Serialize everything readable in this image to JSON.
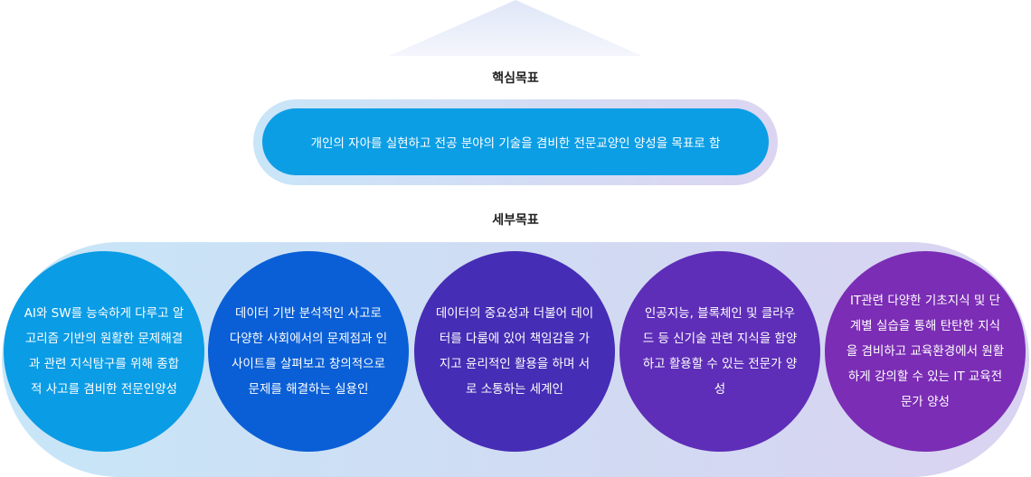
{
  "core_goal": {
    "heading": "핵심목표",
    "text": "개인의 자아를 실현하고 전공 분야의 기술을 겸비한 전문교양인 양성을 목표로 함"
  },
  "detail_goals": {
    "heading": "세부목표",
    "items": [
      {
        "text": "AI와 SW를 능숙하게 다루고 알고리즘 기반의 원활한 문제해결과 관련 지식탐구를 위해 종합적 사고를 겸비한 전문인양성",
        "color": "#0a9ce5"
      },
      {
        "text": "데이터 기반 분석적인 사고로 다양한 사회에서의 문제점과 인사이트를 살펴보고 창의적으로 문제를 해결하는 실용인",
        "color": "#0a5fd6"
      },
      {
        "text": "데이터의 중요성과 더불어 데이터를 다룸에 있어 책임감을 가지고 윤리적인 활용을 하며 서로 소통하는 세계인",
        "color": "#462db5"
      },
      {
        "text": "인공지능, 블록체인 및 클라우드 등 신기술 관련 지식을 함양하고 활용할 수 있는 전문가 양성",
        "color": "#5e2eb8"
      },
      {
        "text": "IT관련 다양한 기초지식 및 단계별 실습을 통해 탄탄한 지식을 겸비하고 교육환경에서 원활하게 강의할 수 있는 IT 교육전문가 양성",
        "color": "#7b2db5"
      }
    ]
  }
}
